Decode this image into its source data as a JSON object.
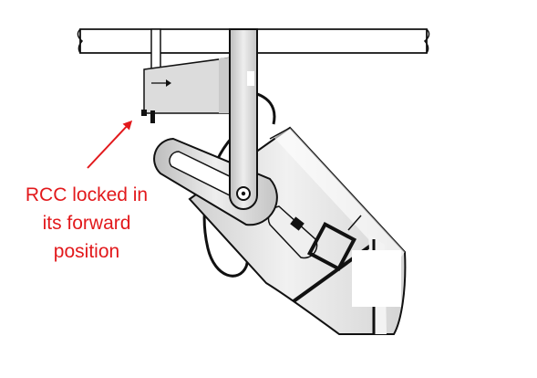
{
  "callout": {
    "lines": [
      "RCC locked in",
      "its forward",
      "position"
    ],
    "color": "#e2191c"
  },
  "colors": {
    "outline": "#111111",
    "body_fill": "#e6e6e6",
    "shade": "#c8c8c8",
    "highlight": "#ffffff",
    "accent": "#e2191c"
  }
}
